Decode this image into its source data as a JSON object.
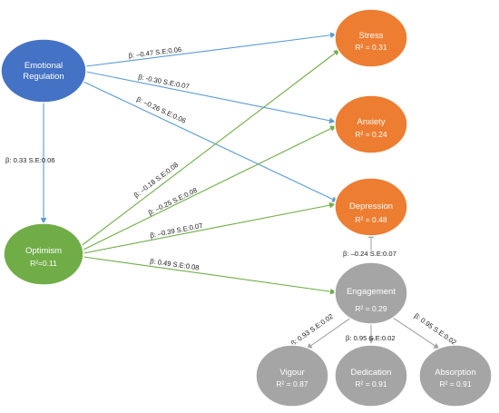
{
  "colors": {
    "blue_node": "#4472c4",
    "green_node": "#70ad47",
    "orange_node": "#ed7d31",
    "grey_node": "#a5a5a5",
    "blue_arrow": "#5b9bd5",
    "green_arrow": "#70ad47",
    "grey_arrow": "#a5a5a5",
    "node_border": "#ffffff"
  },
  "nodes": {
    "emotional_regulation": {
      "title_line1": "Emotional",
      "title_line2": "Regulation"
    },
    "optimism": {
      "title": "Optimism",
      "r2": "R²=0.11"
    },
    "stress": {
      "title": "Stress",
      "r2": "R² = 0.31"
    },
    "anxiety": {
      "title": "Anxiety",
      "r2": "R² = 0.24"
    },
    "depression": {
      "title": "Depression",
      "r2": "R² = 0.48"
    },
    "engagement": {
      "title": "Engagement",
      "r2": "R² = 0.29"
    },
    "vigour": {
      "title": "Vigour",
      "r2": "R² = 0.87"
    },
    "dedication": {
      "title": "Dedication",
      "r2": "R² = 0.91"
    },
    "absorption": {
      "title": "Absorption",
      "r2": "R² = 0.91"
    }
  },
  "paths": {
    "er_stress": "β: –0.47  S.E:0.06",
    "er_anxiety": "β: -0.30  S.E:0.07",
    "er_depression": "β: –0.26  S.E:0.06",
    "er_optimism": "β: 0.33   S.E:0.06",
    "opt_stress": "β: –0.18  S.E:0.08",
    "opt_anxiety": "β: –0.25  S.E:0.08",
    "opt_depression": "β: –0.39  S.E:0.07",
    "opt_engagement": "β: 0.49  S.E:0.08",
    "eng_depression": "β: –0.24     S.E:0.07",
    "eng_vigour": "β: 0.93  S.E:0.02",
    "eng_dedication": "β: 0.95    S.E:0.02",
    "eng_absorption": "β: 0.95  S.E:0.02"
  }
}
